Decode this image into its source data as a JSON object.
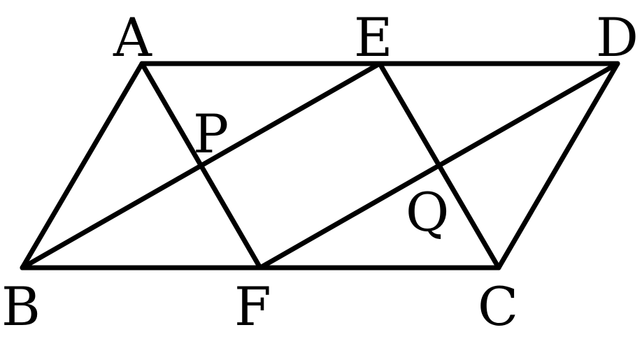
{
  "diagram": {
    "points": [
      {
        "id": "A",
        "label": "A"
      },
      {
        "id": "E",
        "label": "E"
      },
      {
        "id": "D",
        "label": "D"
      },
      {
        "id": "P",
        "label": "P"
      },
      {
        "id": "Q",
        "label": "Q"
      },
      {
        "id": "B",
        "label": "B"
      },
      {
        "id": "F",
        "label": "F"
      },
      {
        "id": "C",
        "label": "C"
      }
    ],
    "segments": [
      [
        "A",
        "D"
      ],
      [
        "B",
        "C"
      ],
      [
        "A",
        "B"
      ],
      [
        "D",
        "C"
      ],
      [
        "A",
        "F"
      ],
      [
        "E",
        "C"
      ],
      [
        "B",
        "E"
      ],
      [
        "F",
        "D"
      ]
    ],
    "stroke_color": "#000000"
  }
}
